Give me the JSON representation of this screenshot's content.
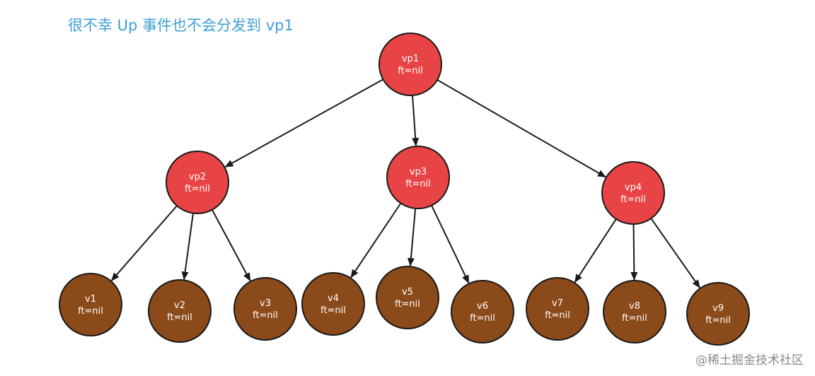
{
  "title": "很不幸 Up 事件也不会分发到 vp1",
  "watermark": "@稀土掘金技术社区",
  "colors": {
    "parent_fill": "#e84445",
    "leaf_fill": "#8b4a1a",
    "stroke": "#1a1a1a",
    "title": "#3d9fd6"
  },
  "nodes": [
    {
      "id": "vp1",
      "label": "vp1",
      "sub": "ft=nil",
      "kind": "parent"
    },
    {
      "id": "vp2",
      "label": "vp2",
      "sub": "ft=nil",
      "kind": "parent"
    },
    {
      "id": "vp3",
      "label": "vp3",
      "sub": "ft=nil",
      "kind": "parent"
    },
    {
      "id": "vp4",
      "label": "vp4",
      "sub": "ft=nil",
      "kind": "parent"
    },
    {
      "id": "v1",
      "label": "v1",
      "sub": "ft=nil",
      "kind": "leaf"
    },
    {
      "id": "v2",
      "label": "v2",
      "sub": "ft=nil",
      "kind": "leaf"
    },
    {
      "id": "v3",
      "label": "v3",
      "sub": "ft=nil",
      "kind": "leaf"
    },
    {
      "id": "v4",
      "label": "v4",
      "sub": "ft=nil",
      "kind": "leaf"
    },
    {
      "id": "v5",
      "label": "v5",
      "sub": "ft=nil",
      "kind": "leaf"
    },
    {
      "id": "v6",
      "label": "v6",
      "sub": "ft=nil",
      "kind": "leaf"
    },
    {
      "id": "v7",
      "label": "v7",
      "sub": "ft=nil",
      "kind": "leaf"
    },
    {
      "id": "v8",
      "label": "v8",
      "sub": "ft=nil",
      "kind": "leaf"
    },
    {
      "id": "v9",
      "label": "v9",
      "sub": "ft=nil",
      "kind": "leaf"
    }
  ],
  "edges": [
    [
      "vp1",
      "vp2"
    ],
    [
      "vp1",
      "vp3"
    ],
    [
      "vp1",
      "vp4"
    ],
    [
      "vp2",
      "v1"
    ],
    [
      "vp2",
      "v2"
    ],
    [
      "vp2",
      "v3"
    ],
    [
      "vp3",
      "v4"
    ],
    [
      "vp3",
      "v5"
    ],
    [
      "vp3",
      "v6"
    ],
    [
      "vp4",
      "v7"
    ],
    [
      "vp4",
      "v8"
    ],
    [
      "vp4",
      "v9"
    ]
  ]
}
